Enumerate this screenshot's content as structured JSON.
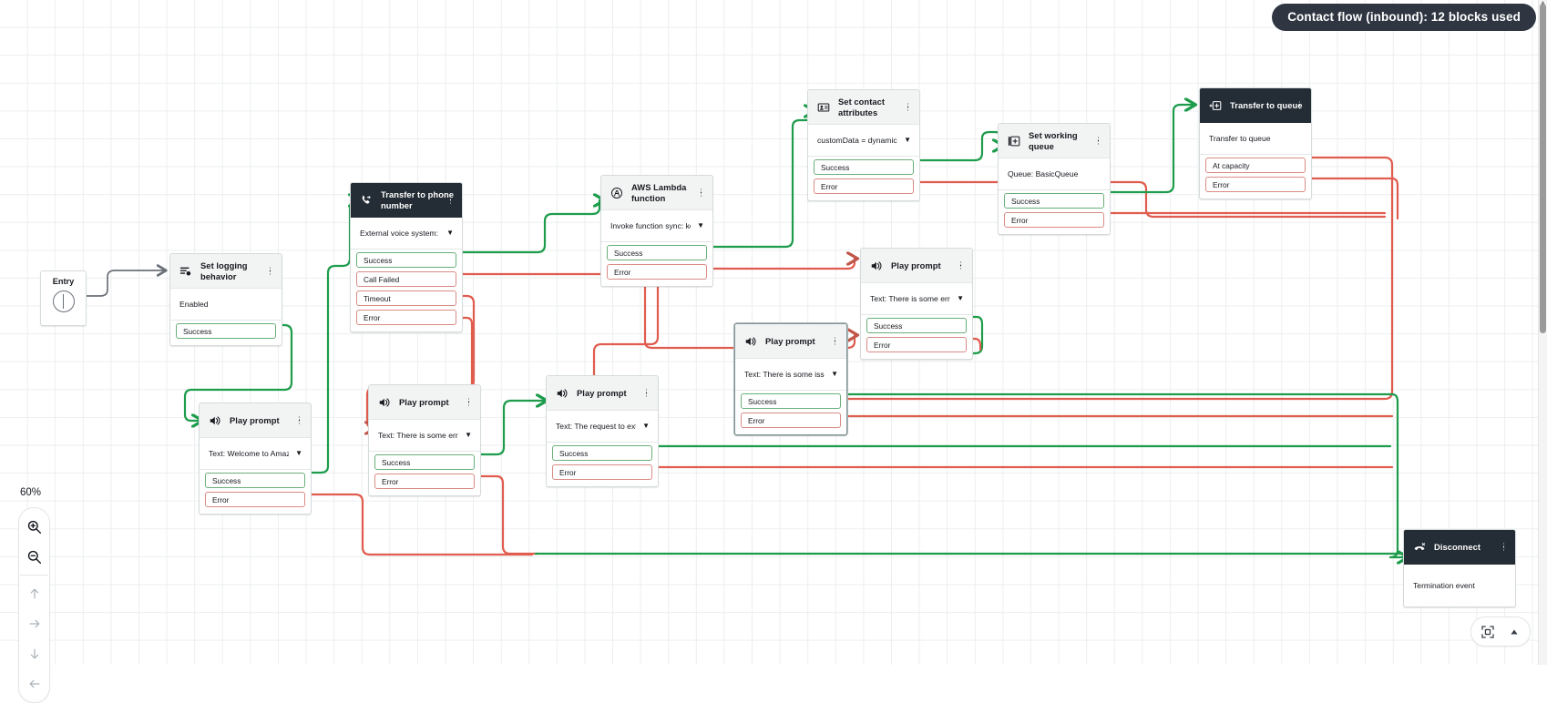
{
  "toast": {
    "text": "Contact flow (inbound): 12 blocks used"
  },
  "canvas": {
    "zoom_label": "60%",
    "entry": {
      "label": "Entry",
      "icon": "entry-circle-icon"
    }
  },
  "zoom_controls": {
    "zoom_in": "zoom-in-icon",
    "zoom_out": "zoom-out-icon",
    "pan_up": "arrow-up-icon",
    "pan_right": "arrow-right-icon",
    "pan_down": "arrow-down-icon",
    "pan_left": "arrow-left-icon"
  },
  "bottom_controls": {
    "fit_to_screen": "fit-to-screen-icon",
    "collapse": "triangle-up-icon"
  },
  "colors": {
    "success": "#6aaf7a",
    "error": "#d98b84",
    "edge_success": "#1d9c4b",
    "edge_error": "#e05c4e",
    "header_light": "#f2f3f3",
    "header_dark": "#242c35",
    "toast_bg": "#2f3642",
    "grid": "#eceef0"
  },
  "nodes": [
    {
      "id": "set-logging-behavior",
      "title": "Set logging behavior",
      "icon": "logging-icon",
      "dark": false,
      "body": "Enabled",
      "has_caret": false,
      "ports": [
        {
          "label": "Success",
          "kind": "ok"
        }
      ]
    },
    {
      "id": "play-prompt-welcome",
      "title": "Play prompt",
      "icon": "speaker-icon",
      "dark": false,
      "body": "Text: Welcome to Amazo...",
      "has_caret": true,
      "ports": [
        {
          "label": "Success",
          "kind": "ok"
        },
        {
          "label": "Error",
          "kind": "err"
        }
      ]
    },
    {
      "id": "transfer-to-phone-number",
      "title": "Transfer to phone number",
      "icon": "transfer-phone-icon",
      "dark": true,
      "body": "External voice system: ba...",
      "has_caret": true,
      "ports": [
        {
          "label": "Success",
          "kind": "ok"
        },
        {
          "label": "Call Failed",
          "kind": "err"
        },
        {
          "label": "Timeout",
          "kind": "err"
        },
        {
          "label": "Error",
          "kind": "err"
        }
      ]
    },
    {
      "id": "play-prompt-there-is-some-error",
      "title": "Play prompt",
      "icon": "speaker-icon",
      "dark": false,
      "body": "Text: There is some error...",
      "has_caret": true,
      "ports": [
        {
          "label": "Success",
          "kind": "ok"
        },
        {
          "label": "Error",
          "kind": "err"
        }
      ]
    },
    {
      "id": "play-prompt-request-to-exte",
      "title": "Play prompt",
      "icon": "speaker-icon",
      "dark": false,
      "body": "Text: The request to exte...",
      "has_caret": true,
      "ports": [
        {
          "label": "Success",
          "kind": "ok"
        },
        {
          "label": "Error",
          "kind": "err"
        }
      ]
    },
    {
      "id": "aws-lambda-function",
      "title": "AWS Lambda function",
      "icon": "lambda-icon",
      "dark": false,
      "body": "Invoke function sync: kor...",
      "has_caret": true,
      "ports": [
        {
          "label": "Success",
          "kind": "ok"
        },
        {
          "label": "Error",
          "kind": "err"
        }
      ]
    },
    {
      "id": "play-prompt-there-is-some-issue",
      "title": "Play prompt",
      "icon": "speaker-icon",
      "dark": false,
      "selected": true,
      "body": "Text: There is some issue...",
      "has_caret": true,
      "ports": [
        {
          "label": "Success",
          "kind": "ok"
        },
        {
          "label": "Error",
          "kind": "err"
        }
      ]
    },
    {
      "id": "play-prompt-there-is-some-error-2",
      "title": "Play prompt",
      "icon": "speaker-icon",
      "dark": false,
      "body": "Text: There is some error...",
      "has_caret": true,
      "ports": [
        {
          "label": "Success",
          "kind": "ok"
        },
        {
          "label": "Error",
          "kind": "err"
        }
      ]
    },
    {
      "id": "set-contact-attributes",
      "title": "Set contact attributes",
      "icon": "contact-attributes-icon",
      "dark": false,
      "body": "customData = dynamic($....",
      "has_caret": true,
      "ports": [
        {
          "label": "Success",
          "kind": "ok"
        },
        {
          "label": "Error",
          "kind": "err"
        }
      ]
    },
    {
      "id": "set-working-queue",
      "title": "Set working queue",
      "icon": "queue-icon",
      "dark": false,
      "body": "Queue: BasicQueue",
      "has_caret": false,
      "ports": [
        {
          "label": "Success",
          "kind": "ok"
        },
        {
          "label": "Error",
          "kind": "err"
        }
      ]
    },
    {
      "id": "transfer-to-queue",
      "title": "Transfer to queue",
      "icon": "transfer-queue-icon",
      "dark": true,
      "body": "Transfer to queue",
      "has_caret": false,
      "ports": [
        {
          "label": "At capacity",
          "kind": "err"
        },
        {
          "label": "Error",
          "kind": "err"
        }
      ]
    },
    {
      "id": "disconnect",
      "title": "Disconnect",
      "icon": "disconnect-icon",
      "dark": true,
      "body": "Termination event",
      "has_caret": false,
      "ports": []
    }
  ]
}
